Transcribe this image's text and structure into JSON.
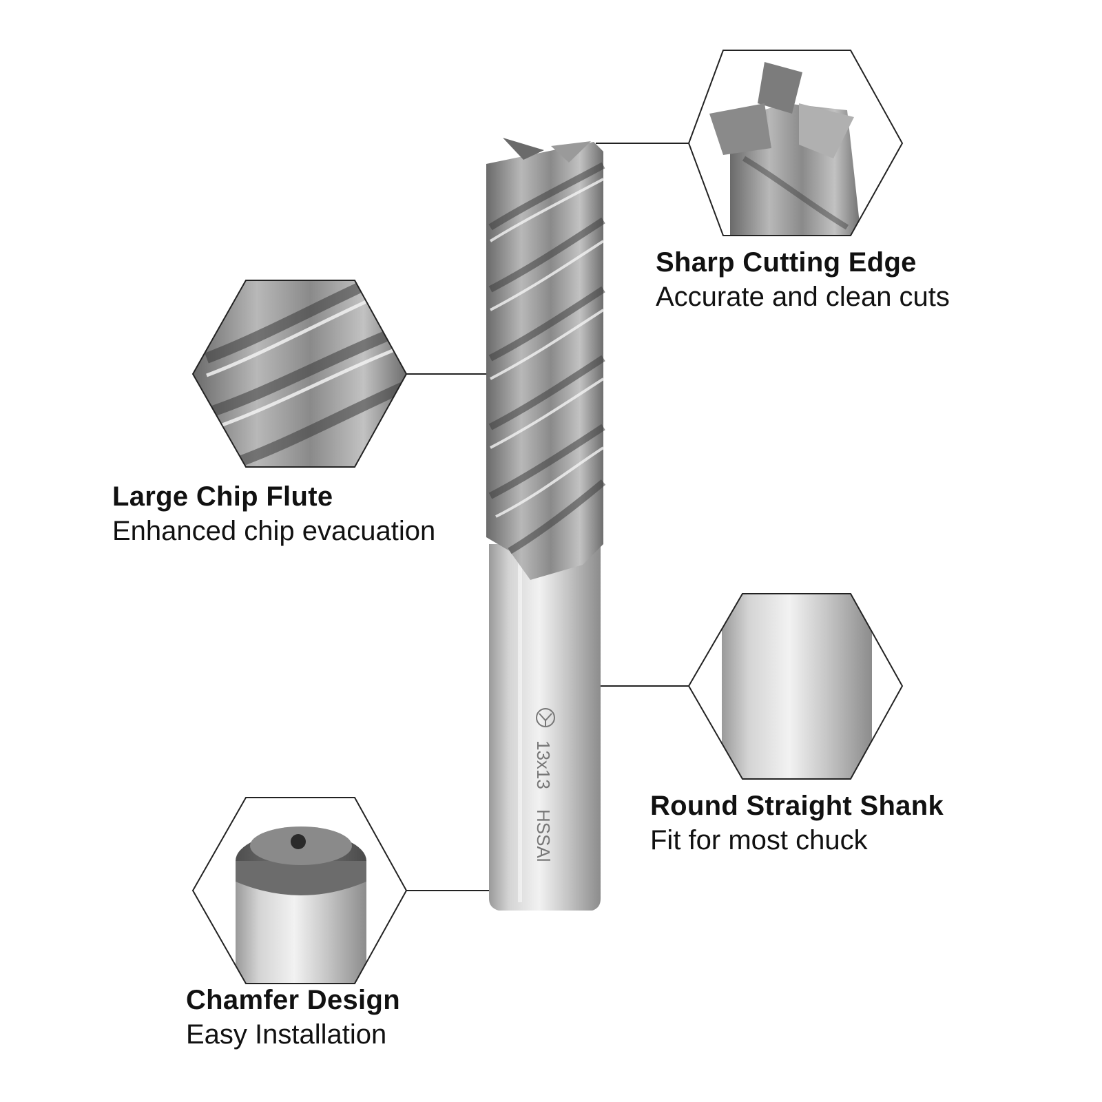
{
  "features": {
    "cutting_edge": {
      "title": "Sharp Cutting Edge",
      "description": "Accurate and clean cuts"
    },
    "chip_flute": {
      "title": "Large Chip Flute",
      "description": "Enhanced chip evacuation"
    },
    "shank": {
      "title": "Round Straight Shank",
      "description": "Fit for most chuck"
    },
    "chamfer": {
      "title": "Chamfer Design",
      "description": "Easy Installation"
    }
  },
  "engraving": {
    "size": "13x13",
    "material": "HSSAl"
  },
  "colors": {
    "background": "#ffffff",
    "text": "#111111",
    "steel_light": "#d8d8d8",
    "steel_dark": "#5a5a5a",
    "line": "#222222"
  }
}
